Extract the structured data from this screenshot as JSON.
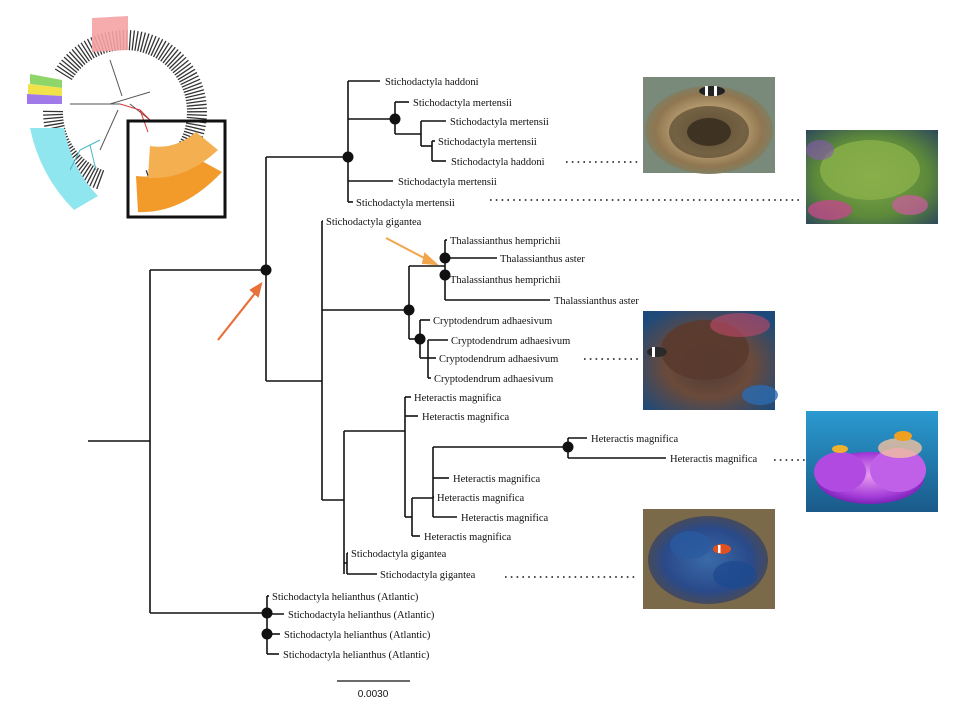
{
  "tree": {
    "tips": [
      "Stichodactyla haddoni",
      "Stichodactyla mertensii",
      "Stichodactyla mertensii",
      "Stichodactyla mertensii",
      "Stichodactyla haddoni",
      "Stichodactyla mertensii",
      "Stichodactyla mertensii",
      "Stichodactyla gigantea",
      "Thalassianthus hemprichii",
      "Thalassianthus aster",
      "Thalassianthus hemprichii",
      "Thalassianthus aster",
      "Cryptodendrum adhaesivum",
      "Cryptodendrum adhaesivum",
      "Cryptodendrum adhaesivum",
      "Cryptodendrum adhaesivum",
      "Heteractis magnifica",
      "Heteractis magnifica",
      "Heteractis magnifica",
      "Heteractis magnifica",
      "Heteractis magnifica",
      "Heteractis magnifica",
      "Heteractis magnifica",
      "Heteractis magnifica",
      "Stichodactyla gigantea",
      "Stichodactyla gigantea",
      "Stichodactyla helianthus (Atlantic)",
      "Stichodactyla helianthus (Atlantic)",
      "Stichodactyla helianthus (Atlantic)",
      "Stichodactyla helianthus (Atlantic)"
    ],
    "scale_bar_label": "0.0030"
  },
  "photos": [
    {
      "subject": "Stichodactyla haddoni with clownfish"
    },
    {
      "subject": "Stichodactyla mertensii"
    },
    {
      "subject": "Cryptodendrum adhaesivum with clownfish"
    },
    {
      "subject": "Heteractis magnifica with clownfish"
    },
    {
      "subject": "Stichodactyla gigantea with clownfish"
    }
  ],
  "colors": {
    "branch": "#111111",
    "arrow_main": "#e8703a",
    "arrow_minor": "#f2a64a",
    "inset_orange": "#f08a1c",
    "inset_red": "#f08a8a",
    "inset_cyan": "#7fe0ea",
    "inset_highlight_box": "#111111"
  },
  "icons": [
    "arrow-icon",
    "node-support-icon"
  ]
}
